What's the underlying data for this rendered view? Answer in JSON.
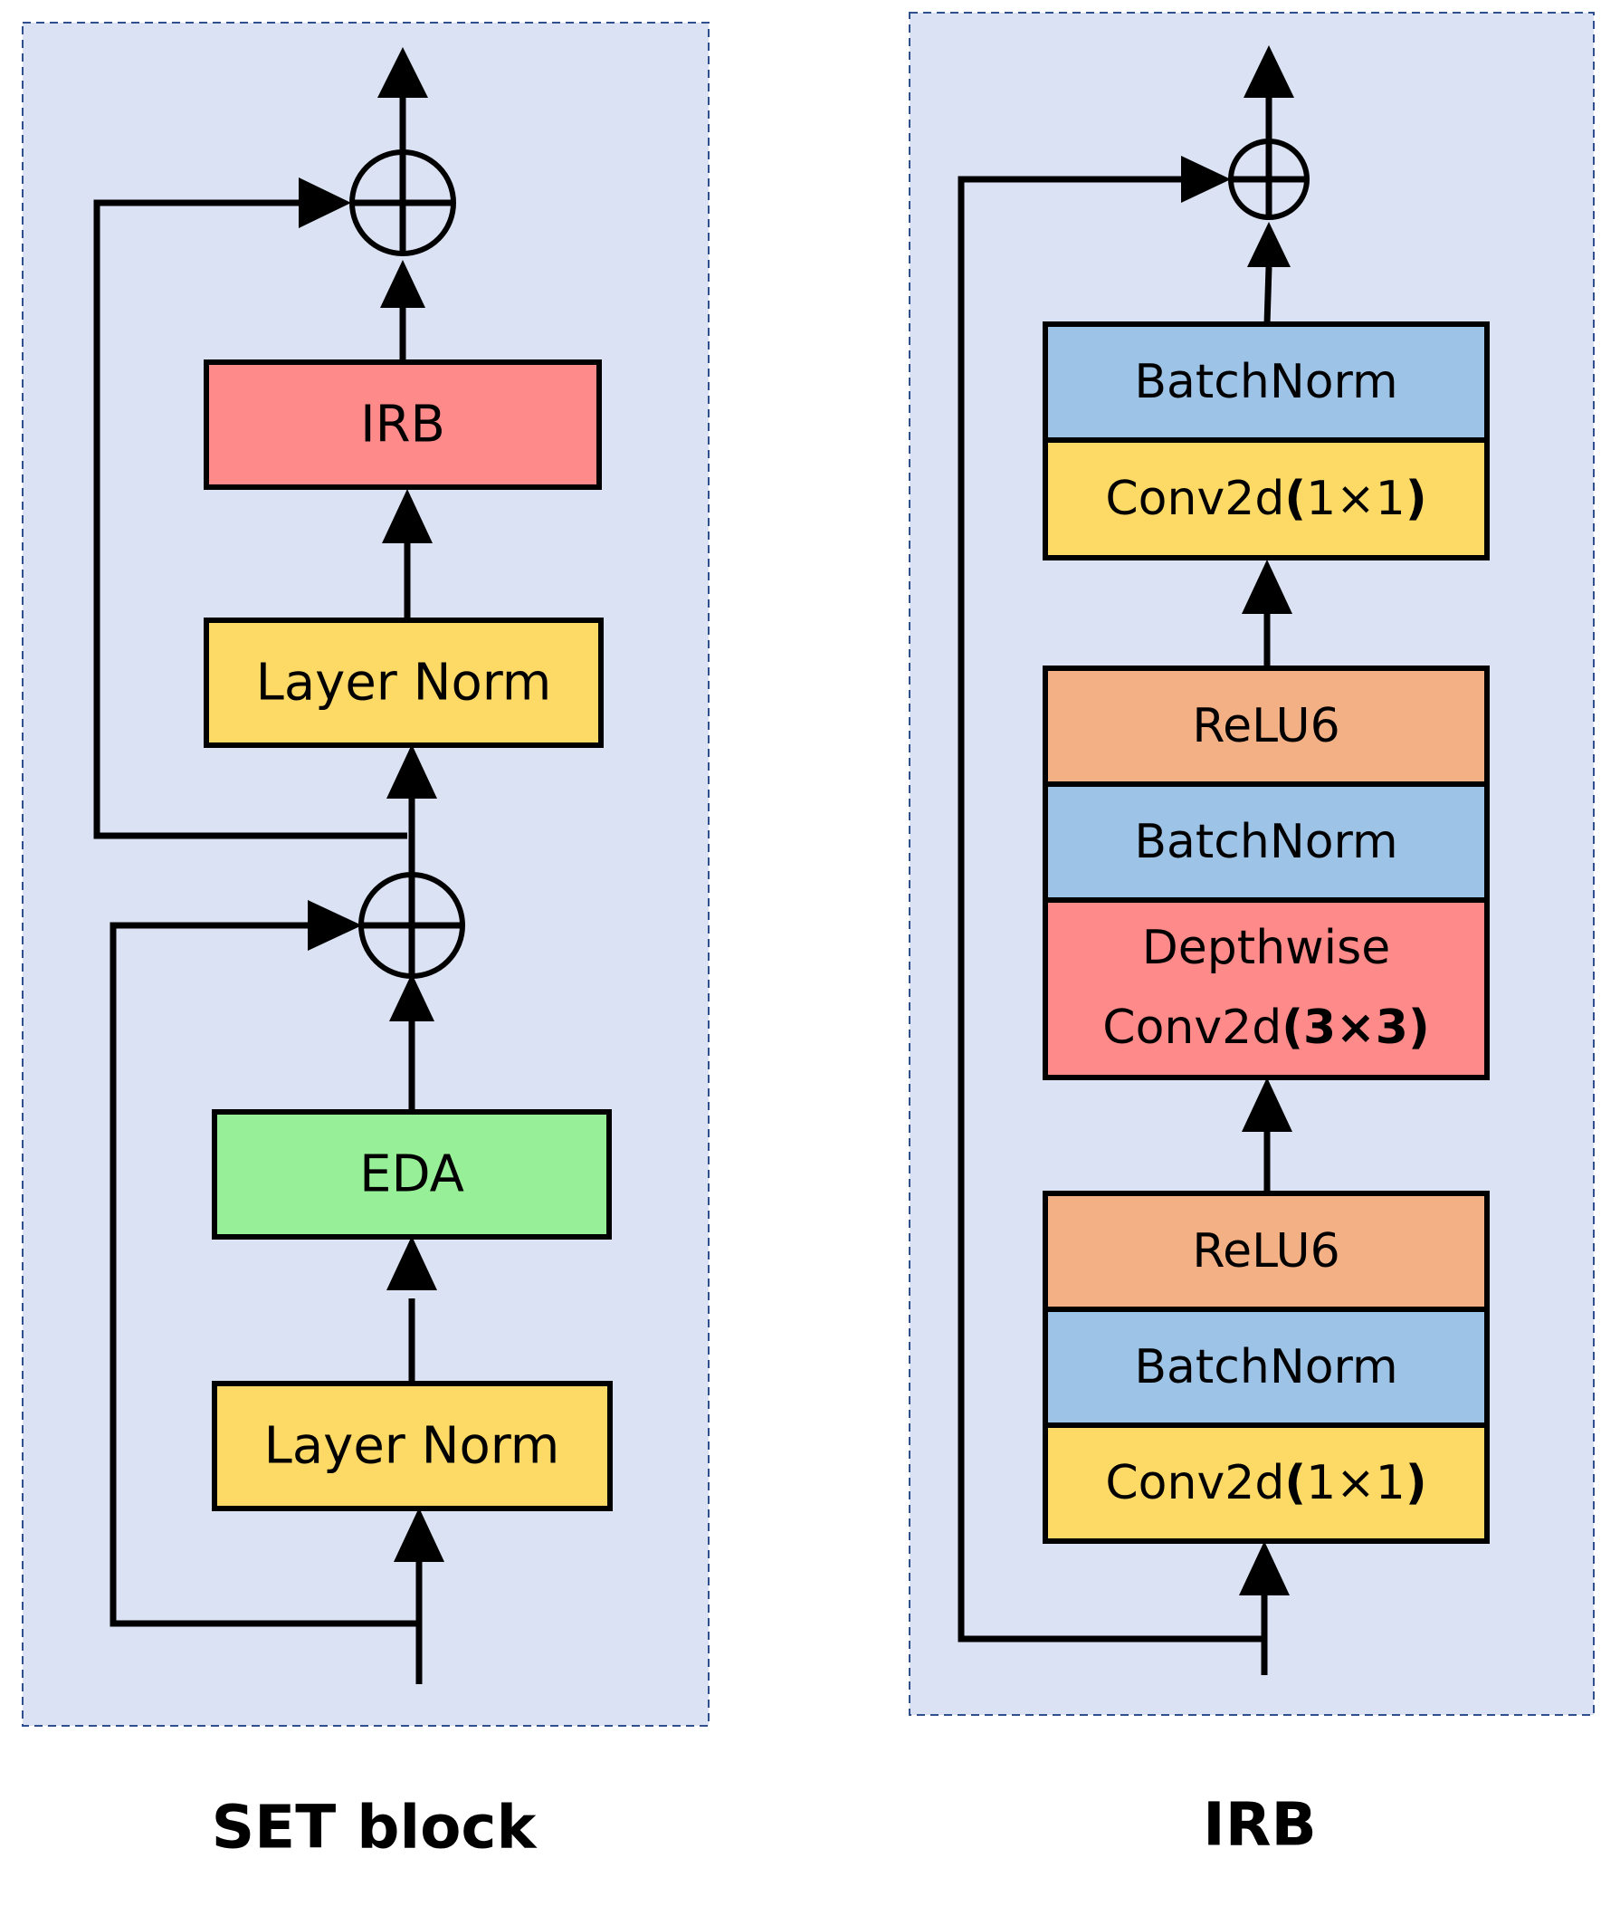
{
  "set_block": {
    "caption": "SET block",
    "blocks": {
      "irb": "IRB",
      "layer_norm_top": "Layer Norm",
      "eda": "EDA",
      "layer_norm_bottom": "Layer Norm"
    }
  },
  "irb_block": {
    "caption": "IRB",
    "blocks": {
      "batchnorm_top": "BatchNorm",
      "conv_top": {
        "prefix": "Conv2d",
        "open": "(",
        "kernel": "1×1",
        "close": ")"
      },
      "relu_mid": "ReLU6",
      "batchnorm_mid": "BatchNorm",
      "depthwise_line1": "Depthwise",
      "depthwise_conv": {
        "prefix": "Conv2d",
        "open": "(",
        "kernel": "3×3",
        "close": ")"
      },
      "relu_bottom": "ReLU6",
      "batchnorm_bottom": "BatchNorm",
      "conv_bottom": {
        "prefix": "Conv2d",
        "open": "(",
        "kernel": "1×1",
        "close": ")"
      }
    }
  },
  "colors": {
    "panel_fill": "#dbe2f3",
    "panel_border": "#2f4f8f",
    "red_block": "#ff8a8a",
    "yellow_block": "#fdd966",
    "green_block": "#97f097",
    "blue_block": "#9dc3e6",
    "orange_block": "#f3b084"
  },
  "icons": {
    "add_node": "circle-plus-icon",
    "flow_arrow": "arrow-up-icon"
  }
}
